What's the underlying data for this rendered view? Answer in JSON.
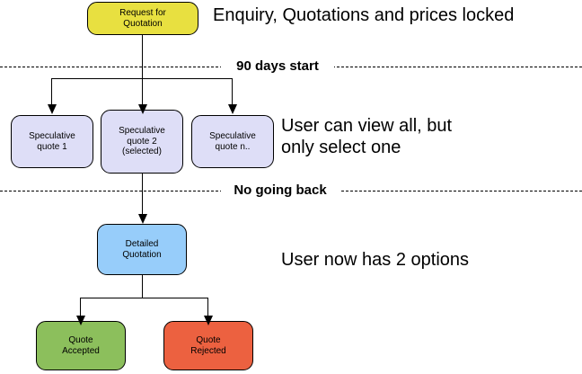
{
  "diagram": {
    "title_annotation": "Enquiry, Quotations and prices locked",
    "nodes": {
      "rfq": {
        "label": "Request for\nQuotation",
        "color": "#E8E040"
      },
      "spec1": {
        "label": "Speculative\nquote 1",
        "color": "#DEDEF7"
      },
      "spec2": {
        "label": "Speculative\nquote 2\n(selected)",
        "color": "#DEDEF7"
      },
      "specn": {
        "label": "Speculative\nquote n..",
        "color": "#DEDEF7"
      },
      "detailed": {
        "label": "Detailed\nQuotation",
        "color": "#97CDFA"
      },
      "accepted": {
        "label": "Quote\nAccepted",
        "color": "#8CBF5C"
      },
      "rejected": {
        "label": "Quote\nRejected",
        "color": "#EC6140"
      }
    },
    "dividers": [
      {
        "label": "90 days start"
      },
      {
        "label": "No going back"
      }
    ],
    "annotations": [
      {
        "text": "Enquiry, Quotations and prices locked"
      },
      {
        "text": "User can view all, but\nonly select one"
      },
      {
        "text": "User now has 2 options"
      }
    ]
  }
}
